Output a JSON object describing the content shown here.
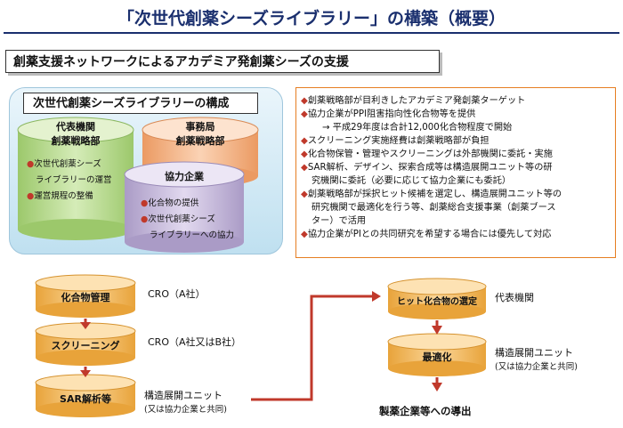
{
  "title": "「次世代創薬シーズライブラリー」の構築（概要）",
  "support_banner": "創薬支援ネットワークによるアカデミア発創薬シーズの支援",
  "composition": {
    "title": "次世代創薬シーズライブラリーの構成",
    "representative": {
      "line1": "代表機関",
      "line2": "創薬戦略部",
      "roles": [
        "次世代創薬シーズ",
        "ライブラリーの運営",
        "運営規程の整備"
      ]
    },
    "secretariat": {
      "line1": "事務局",
      "line2": "創薬戦略部"
    },
    "partner": {
      "label": "協力企業",
      "roles": [
        "化合物の提供",
        "次世代創薬シーズ",
        "ライブラリーへの協力"
      ]
    }
  },
  "notes": [
    "創薬戦略部が目利きしたアカデミア発創薬ターゲット",
    "協力企業がPPI阻害指向性化合物等を提供",
    "→ 平成29年度は合計12,000化合物程度で開始",
    "スクリーニング実施経費は創薬戦略部が負担",
    "化合物保管・管理やスクリーニングは外部機関に委託・実施",
    "SAR解析、デザイン、探索合成等は構造展開ユニット等の研",
    "究機関に委託（必要に応じて協力企業にも委託）",
    "創薬戦略部が採択ヒット候補を選定し、構造展開ユニット等の",
    "研究機関で最適化を行う等、創薬総合支援事業（創薬ブース",
    "ター）で活用",
    "協力企業がPIとの共同研究を希望する場合には優先して対応"
  ],
  "flow_left": [
    {
      "label": "化合物管理",
      "side": "CRO（A社）",
      "sub": ""
    },
    {
      "label": "スクリーニング",
      "side": "CRO（A社又はB社）",
      "sub": ""
    },
    {
      "label": "SAR解析等",
      "side": "構造展開ユニット",
      "sub": "(又は協力企業と共同)"
    }
  ],
  "flow_right": [
    {
      "label": "ヒット化合物の選定",
      "side": "代表機関",
      "sub": ""
    },
    {
      "label": "最適化",
      "side": "構造展開ユニット",
      "sub": "(又は協力企業と共同)"
    }
  ],
  "result": "製薬企業等への導出",
  "colors": {
    "navy": "#1a2f6e",
    "cyl_green": "#b5d98a",
    "cyl_orange": "#f4b183",
    "cyl_purple": "#c9bcdc",
    "cyl_flow": "#f5b54d",
    "arrow": "#c0392b"
  }
}
